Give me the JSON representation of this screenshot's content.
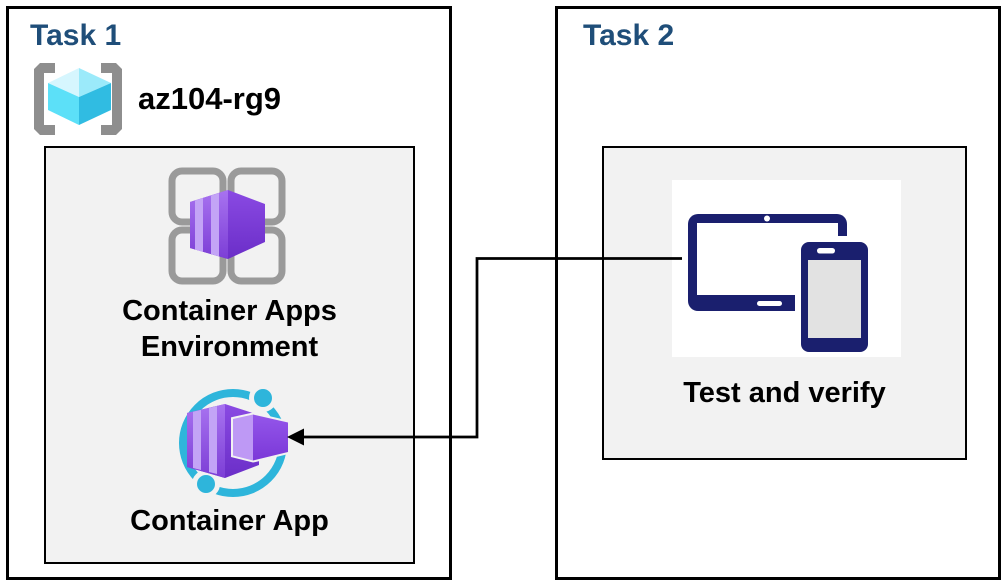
{
  "task1": {
    "title": "Task 1",
    "resource_group_name": "az104-rg9",
    "environment_label": "Container Apps\nEnvironment",
    "app_label": "Container App"
  },
  "task2": {
    "title": "Task 2",
    "verify_label": "Test and verify"
  },
  "icons": {
    "resource_group": "azure-resource-group-icon",
    "environment": "container-apps-environment-icon",
    "app": "container-app-icon",
    "devices": "tablet-and-phone-icon",
    "connector": "elbow-arrow-left"
  },
  "colors": {
    "task_title_blue": "#1F4E79",
    "label_text": "#000000",
    "box_border": "#000000",
    "panel_fill": "#F2F2F2",
    "white_tile": "#FFFFFF",
    "azure_purple_light": "#A873F0",
    "azure_purple_dark": "#6B2EC8",
    "purple_stripe": "#C3A4F6",
    "azure_cyan": "#2EB5DB",
    "cube_cyan_light": "#D6F6FE",
    "cube_cyan_mid": "#5CE0F8",
    "cube_cyan_dark": "#30BCE2",
    "bracket_gray": "#8E8E8E",
    "grid_gray": "#9A9A9A",
    "device_navy": "#1A1F6E",
    "phone_screen_gray": "#E2E2E2"
  }
}
